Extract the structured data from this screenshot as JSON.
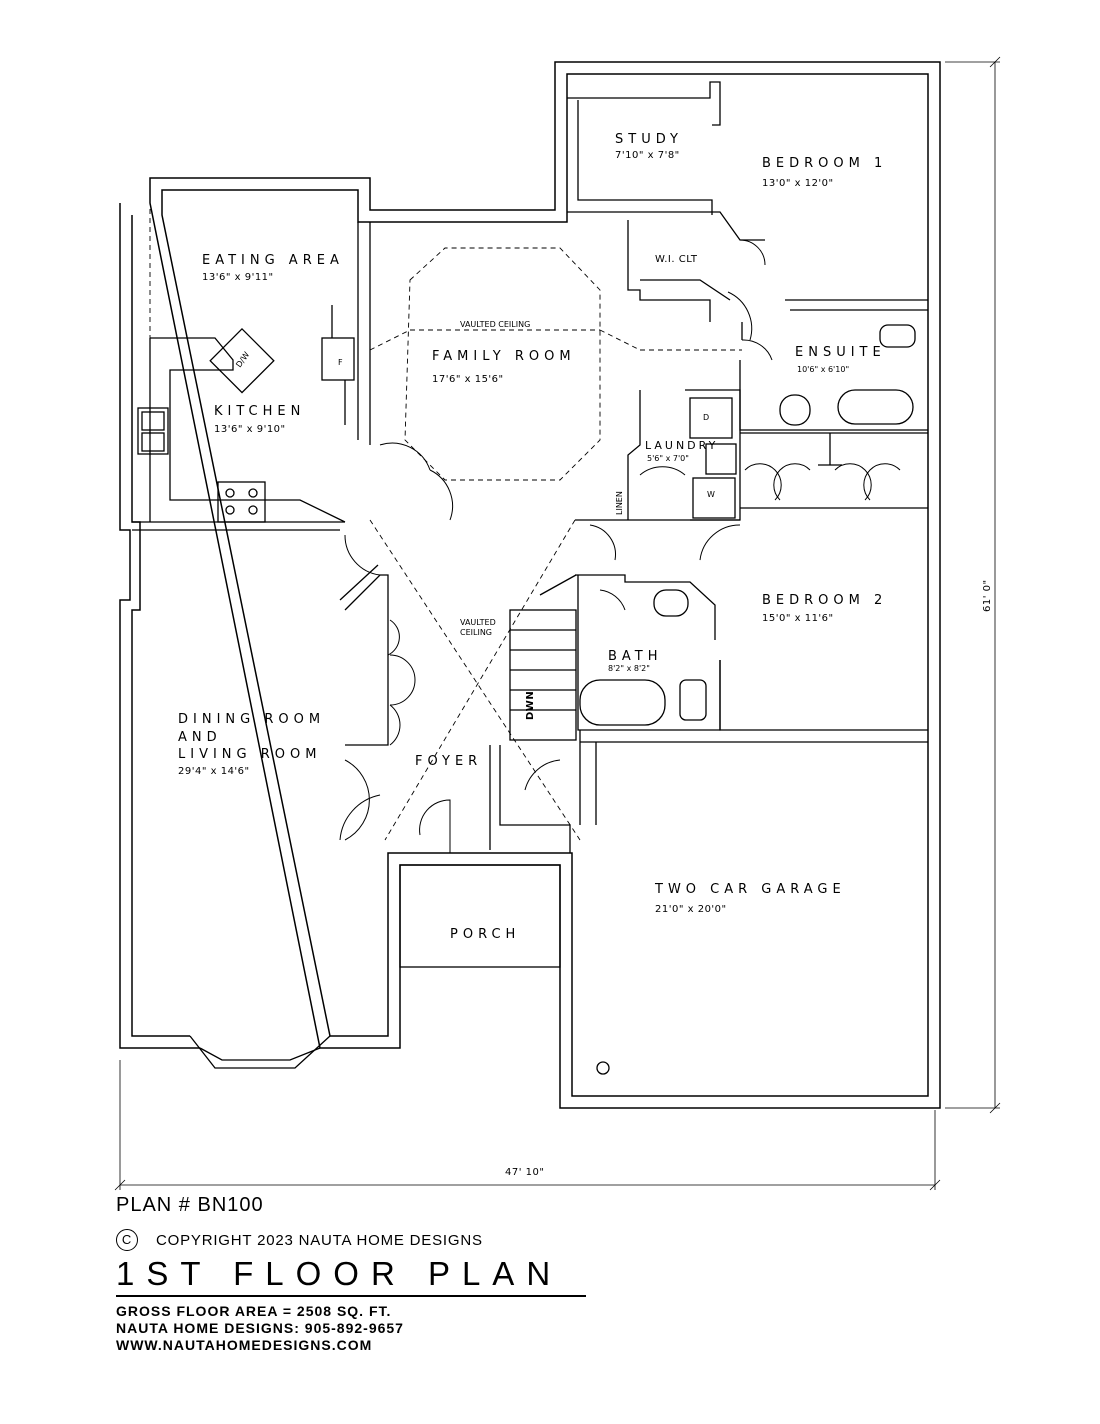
{
  "rooms": {
    "study": {
      "name": "STUDY",
      "size": "7'10\" x 7'8\""
    },
    "bedroom1": {
      "name": "BEDROOM 1",
      "size": "13'0\" x 12'0\""
    },
    "wic": {
      "name": "W.I. CLT"
    },
    "eating": {
      "name": "EATING AREA",
      "size": "13'6\" x 9'11\""
    },
    "family": {
      "name": "FAMILY ROOM",
      "size": "17'6\" x 15'6\""
    },
    "kitchen": {
      "name": "KITCHEN",
      "size": "13'6\" x 9'10\""
    },
    "ensuite": {
      "name": "ENSUITE",
      "size": "10'6\" x 6'10\""
    },
    "laundry": {
      "name": "LAUNDRY",
      "size": "5'6\" x 7'0\""
    },
    "linen": {
      "name": "LINEN"
    },
    "bedroom2": {
      "name": "BEDROOM 2",
      "size": "15'0\" x 11'6\""
    },
    "bath": {
      "name": "BATH",
      "size": "8'2\" x 8'2\""
    },
    "dining": {
      "name_line1": "DINING ROOM",
      "name_line2": "AND",
      "name_line3": "LIVING ROOM",
      "size": "29'4\" x 14'6\""
    },
    "foyer": {
      "name": "FOYER"
    },
    "garage": {
      "name": "TWO CAR GARAGE",
      "size": "21'0\" x 20'0\""
    },
    "porch": {
      "name": "PORCH"
    }
  },
  "annotations": {
    "vaulted_family": "VAULTED CEILING",
    "vaulted_foyer_1": "VAULTED",
    "vaulted_foyer_2": "CEILING",
    "stair": "DWN",
    "dishwasher": "D/W",
    "fridge": "F",
    "dryer": "D",
    "washer": "W"
  },
  "dimensions": {
    "width": "47' 10\"",
    "depth": "61' 0\""
  },
  "title_block": {
    "plan_number": "PLAN # BN100",
    "copyright_symbol": "C",
    "copyright": "COPYRIGHT 2023 NAUTA HOME DESIGNS",
    "title": "1ST FLOOR PLAN",
    "area": "GROSS FLOOR AREA = 2508 SQ. FT.",
    "phone": "NAUTA HOME DESIGNS: 905-892-9657",
    "website": "WWW.NAUTAHOMEDESIGNS.COM"
  }
}
